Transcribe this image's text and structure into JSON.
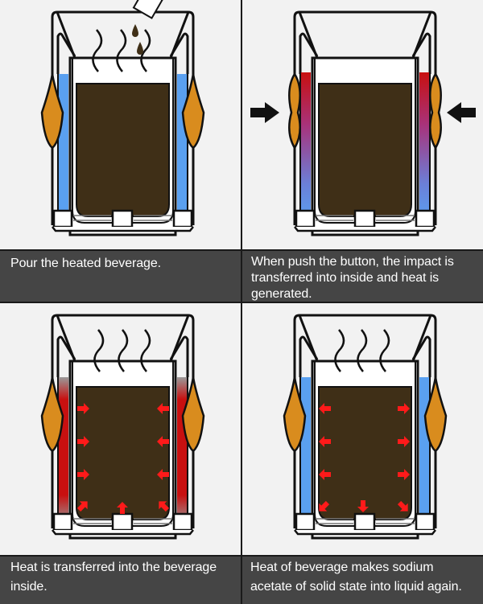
{
  "title": "Reusable hand warmer cup: heating cycle",
  "colors": {
    "background": "#f2f2f2",
    "caption_bg": "#454545",
    "caption_text": "#ffffff",
    "beverage": "#3f2f17",
    "liquid_acetate": "#5aa0f0",
    "heated": "#c81010",
    "pad": "#d98c1e",
    "arrow_heat": "#ff1a1a",
    "outline": "#111111"
  },
  "steps": [
    {
      "id": 1,
      "caption": "Pour the heated beverage.",
      "state": "liquid",
      "illustration": "pouring",
      "icons": [
        "cup-icon",
        "packet-icon",
        "drop-icon",
        "steam-icon"
      ]
    },
    {
      "id": 2,
      "caption": "When push the button, the impact is transferred into inside and heat is generated.",
      "state": "activated",
      "illustration": "button-press",
      "icons": [
        "cup-icon",
        "push-arrow-icon"
      ]
    },
    {
      "id": 3,
      "caption": "Heat is transferred into the beverage inside.",
      "state": "heating",
      "illustration": "heat-in",
      "icons": [
        "cup-icon",
        "heat-arrow-icon",
        "steam-icon"
      ]
    },
    {
      "id": 4,
      "caption": "Heat of beverage makes sodium acetate of solid state into liquid again.",
      "state": "recharging",
      "illustration": "heat-out",
      "icons": [
        "cup-icon",
        "heat-arrow-icon",
        "steam-icon"
      ]
    }
  ]
}
